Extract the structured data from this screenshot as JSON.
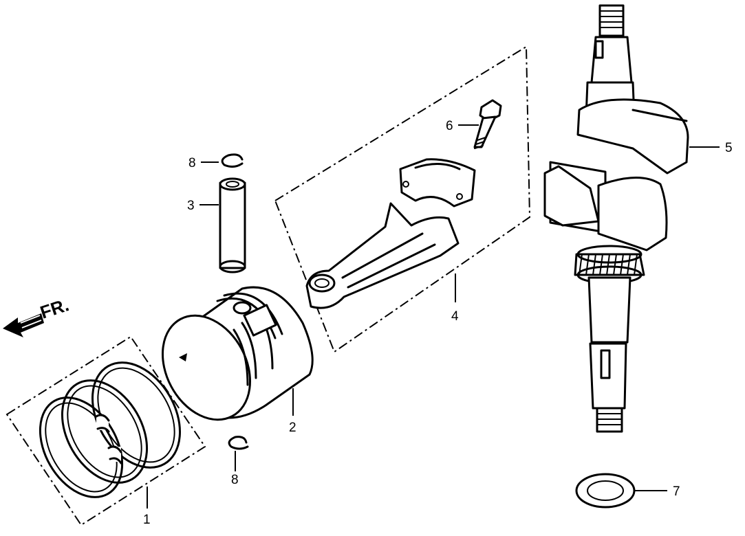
{
  "diagram": {
    "direction_marker": "FR.",
    "callouts": {
      "c1": "1",
      "c2": "2",
      "c3": "3",
      "c4": "4",
      "c5": "5",
      "c6": "6",
      "c7": "7",
      "c8_top": "8",
      "c8_bottom": "8"
    }
  }
}
